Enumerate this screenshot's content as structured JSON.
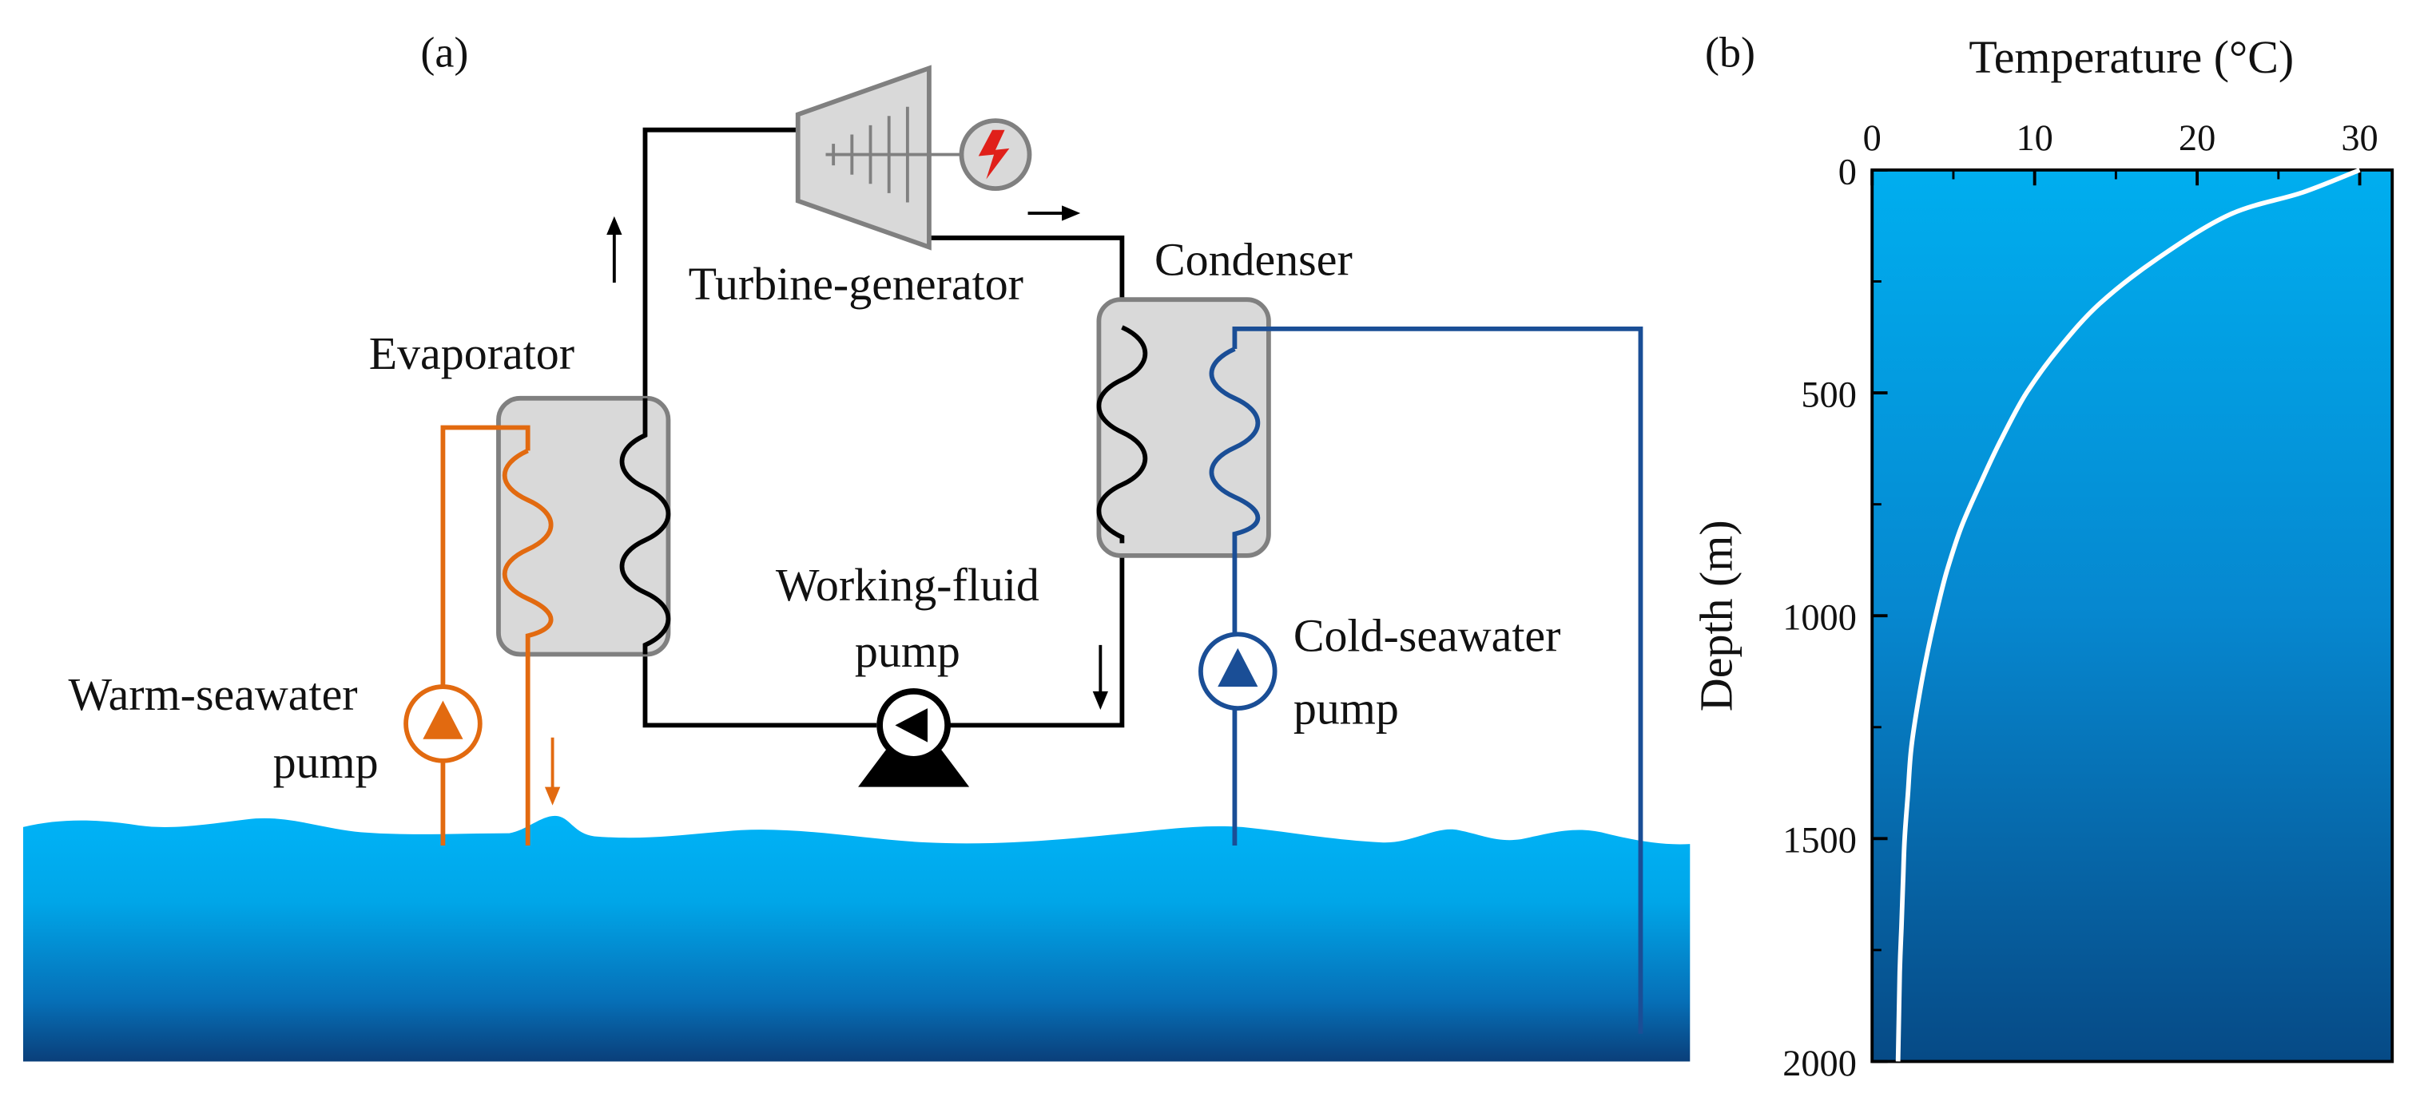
{
  "panel_a": {
    "label": "(a)",
    "components": {
      "turbine": "Turbine-generator",
      "condenser": "Condenser",
      "evaporator": "Evaporator",
      "working_pump_line1": "Working-fluid",
      "working_pump_line2": "pump",
      "warm_pump_line1": "Warm-seawater",
      "warm_pump_line2": "pump",
      "cold_pump_line1": "Cold-seawater",
      "cold_pump_line2": "pump"
    },
    "icons": [
      "turbine-icon",
      "generator-icon",
      "heat-exchanger-icon",
      "pump-icon",
      "flow-arrow-icon"
    ],
    "colors": {
      "working_fluid": "#000000",
      "warm_seawater": "#E26A10",
      "cold_seawater": "#1A4E96",
      "generator_bolt": "#E0201A",
      "exchanger_fill": "#D9D9D9",
      "sea_top": "#00B3F7",
      "sea_bottom": "#0A3F7A"
    }
  },
  "panel_b": {
    "label": "(b)"
  },
  "chart_data": {
    "type": "line",
    "title": "",
    "xlabel": "Temperature (°C)",
    "ylabel": "Depth (m)",
    "xaxis_position": "top",
    "yaxis_inverted": true,
    "xlim": [
      0,
      32
    ],
    "ylim": [
      0,
      2000
    ],
    "xticks": [
      0,
      10,
      20,
      30
    ],
    "yticks": [
      0,
      500,
      1000,
      1500,
      2000
    ],
    "grid": false,
    "series": [
      {
        "x": [
          30.0,
          26.5,
          22.0,
          17.5,
          14.0,
          11.5,
          9.5,
          8.0,
          6.7,
          5.5,
          4.6,
          3.9,
          3.3,
          2.8,
          2.4,
          2.2,
          2.0,
          1.9,
          1.8,
          1.7,
          1.6
        ],
        "y": [
          0,
          50,
          100,
          200,
          300,
          400,
          500,
          600,
          700,
          800,
          900,
          1000,
          1100,
          1200,
          1300,
          1400,
          1500,
          1600,
          1700,
          1800,
          2000
        ]
      }
    ],
    "colors": {
      "line": "#FFFFFF",
      "background_top": "#00AEEF",
      "background_bottom": "#064A86"
    }
  }
}
